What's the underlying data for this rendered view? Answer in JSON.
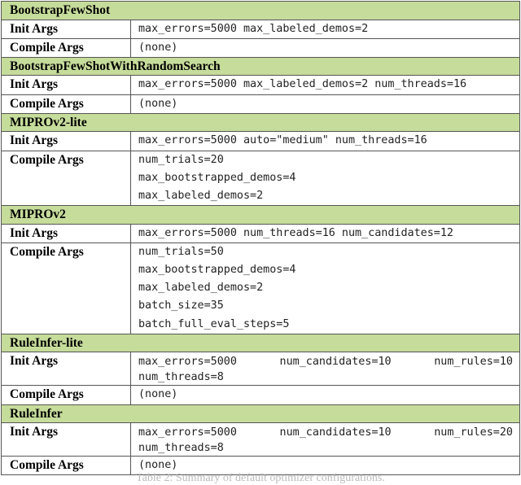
{
  "sections": [
    {
      "name": "BootstrapFewShot",
      "init_label": "Init Args",
      "init": [
        "max_errors=5000 max_labeled_demos=2"
      ],
      "compile_label": "Compile Args",
      "compile": [
        "(none)"
      ]
    },
    {
      "name": "BootstrapFewShotWithRandomSearch",
      "init_label": "Init Args",
      "init": [
        "max_errors=5000 max_labeled_demos=2 num_threads=16"
      ],
      "compile_label": "Compile Args",
      "compile": [
        "(none)"
      ]
    },
    {
      "name": "MIPROv2-lite",
      "init_label": "Init Args",
      "init": [
        "max_errors=5000 auto=\"medium\" num_threads=16"
      ],
      "compile_label": "Compile Args",
      "compile": [
        "num_trials=20",
        "max_bootstrapped_demos=4",
        "max_labeled_demos=2"
      ]
    },
    {
      "name": "MIPROv2",
      "init_label": "Init Args",
      "init": [
        "max_errors=5000 num_threads=16 num_candidates=12"
      ],
      "compile_label": "Compile Args",
      "compile": [
        "num_trials=50",
        "max_bootstrapped_demos=4",
        "max_labeled_demos=2",
        "batch_size=35",
        "batch_full_eval_steps=5"
      ]
    },
    {
      "name": "RuleInfer-lite",
      "init_label": "Init Args",
      "init_justified": "max_errors=5000 num_candidates=10 num_rules=10 num_threads=8",
      "compile_label": "Compile Args",
      "compile": [
        "(none)"
      ]
    },
    {
      "name": "RuleInfer",
      "init_label": "Init Args",
      "init_justified": "max_errors=5000 num_candidates=10 num_rules=20 num_threads=8",
      "compile_label": "Compile Args",
      "compile": [
        "(none)"
      ]
    }
  ],
  "caption": "Table 2: Summary of default optimizer configurations."
}
